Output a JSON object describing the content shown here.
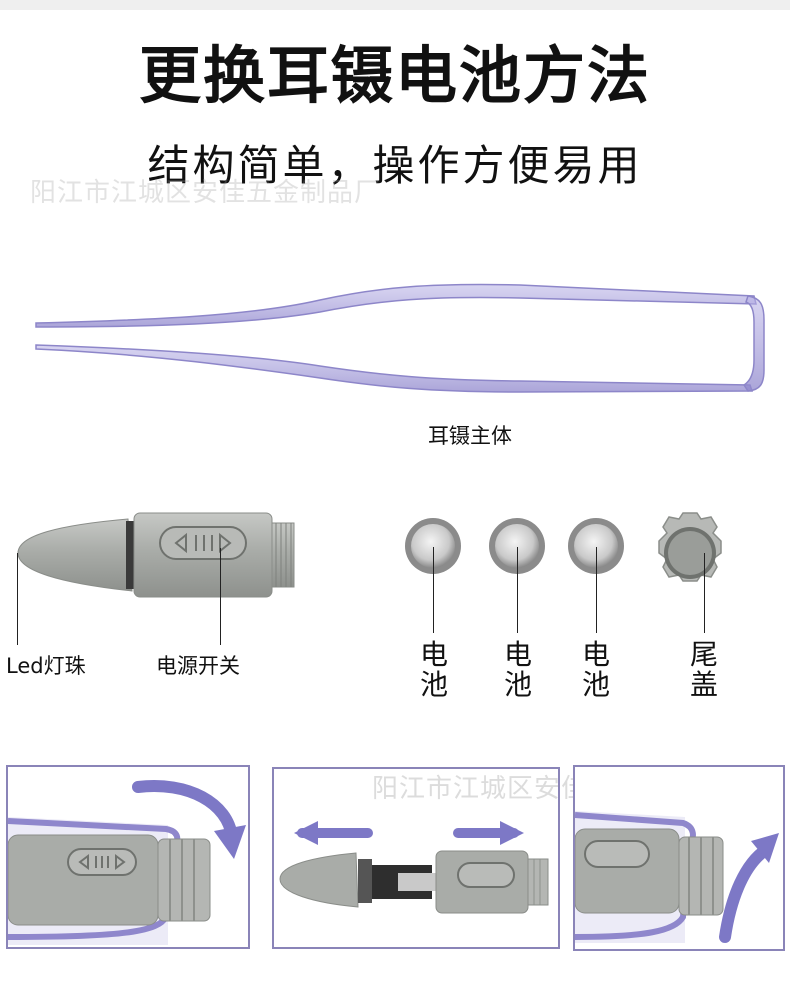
{
  "header": {
    "title": "更换耳镊电池方法",
    "subtitle": "结构简单，操作方便易用"
  },
  "watermarks": [
    "阳江市江城区安佳五金制品厂",
    "阳江市江城区安佳五金制品厂"
  ],
  "labels": {
    "body": "耳镊主体",
    "led": "Led灯珠",
    "switch": "电源开关",
    "battery": "电\n池",
    "cap": "尾\n盖"
  },
  "colors": {
    "tweezer": "#8f87cc",
    "plastic_gray": "#a9aca8",
    "panel_border": "#8a84b8",
    "arrow": "#7d78c6"
  }
}
